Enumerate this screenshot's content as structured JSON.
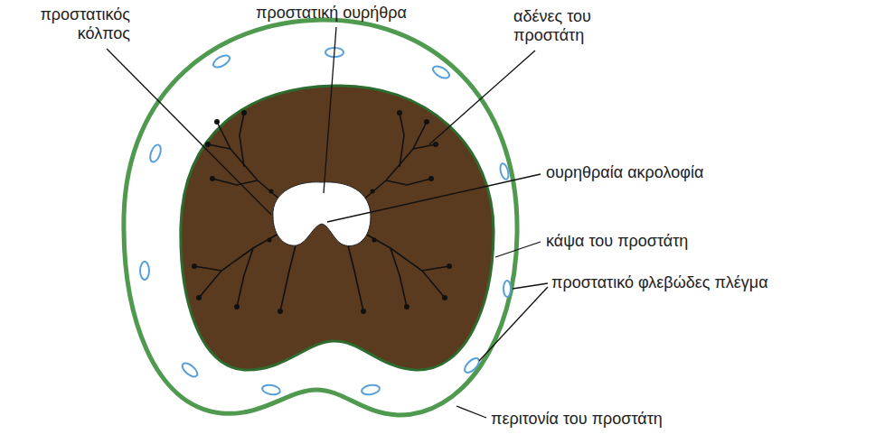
{
  "diagram": {
    "labels": [
      "προστατικός κόλπος",
      "προστατική ουρήθρα",
      "αδένες του προστάτη",
      "ουρηθραία ακρολοφία",
      "κάψα του προστάτη",
      "προστατικό φλεβώδες πλέγμα",
      "περιτονία του προστάτη"
    ]
  }
}
